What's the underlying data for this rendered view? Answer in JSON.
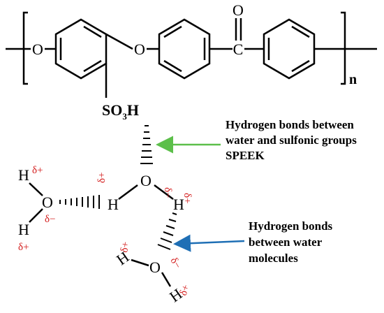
{
  "polymer": {
    "oxygen_label": "O",
    "carbonyl_carbon": "C",
    "carbonyl_oxygen": "O",
    "repeat_subscript": "n",
    "sulfonic_group": {
      "base": "SO",
      "subscript": "3",
      "tail": "H"
    }
  },
  "water": {
    "oxygen_label": "O",
    "hydrogen_label": "H",
    "partial_positive": "δ+",
    "partial_negative": "δ−"
  },
  "annotations": {
    "sulfonic_bonds": {
      "lines": [
        "Hydrogen bonds between",
        "water and sulfonic groups",
        "SPEEK"
      ],
      "arrow_color": "#5cbf4a"
    },
    "water_bonds": {
      "lines": [
        "Hydrogen bonds",
        "between water",
        "molecules"
      ],
      "arrow_color": "#1f6fb5"
    }
  },
  "colors": {
    "charge": "#d42020",
    "structure": "#000000"
  }
}
